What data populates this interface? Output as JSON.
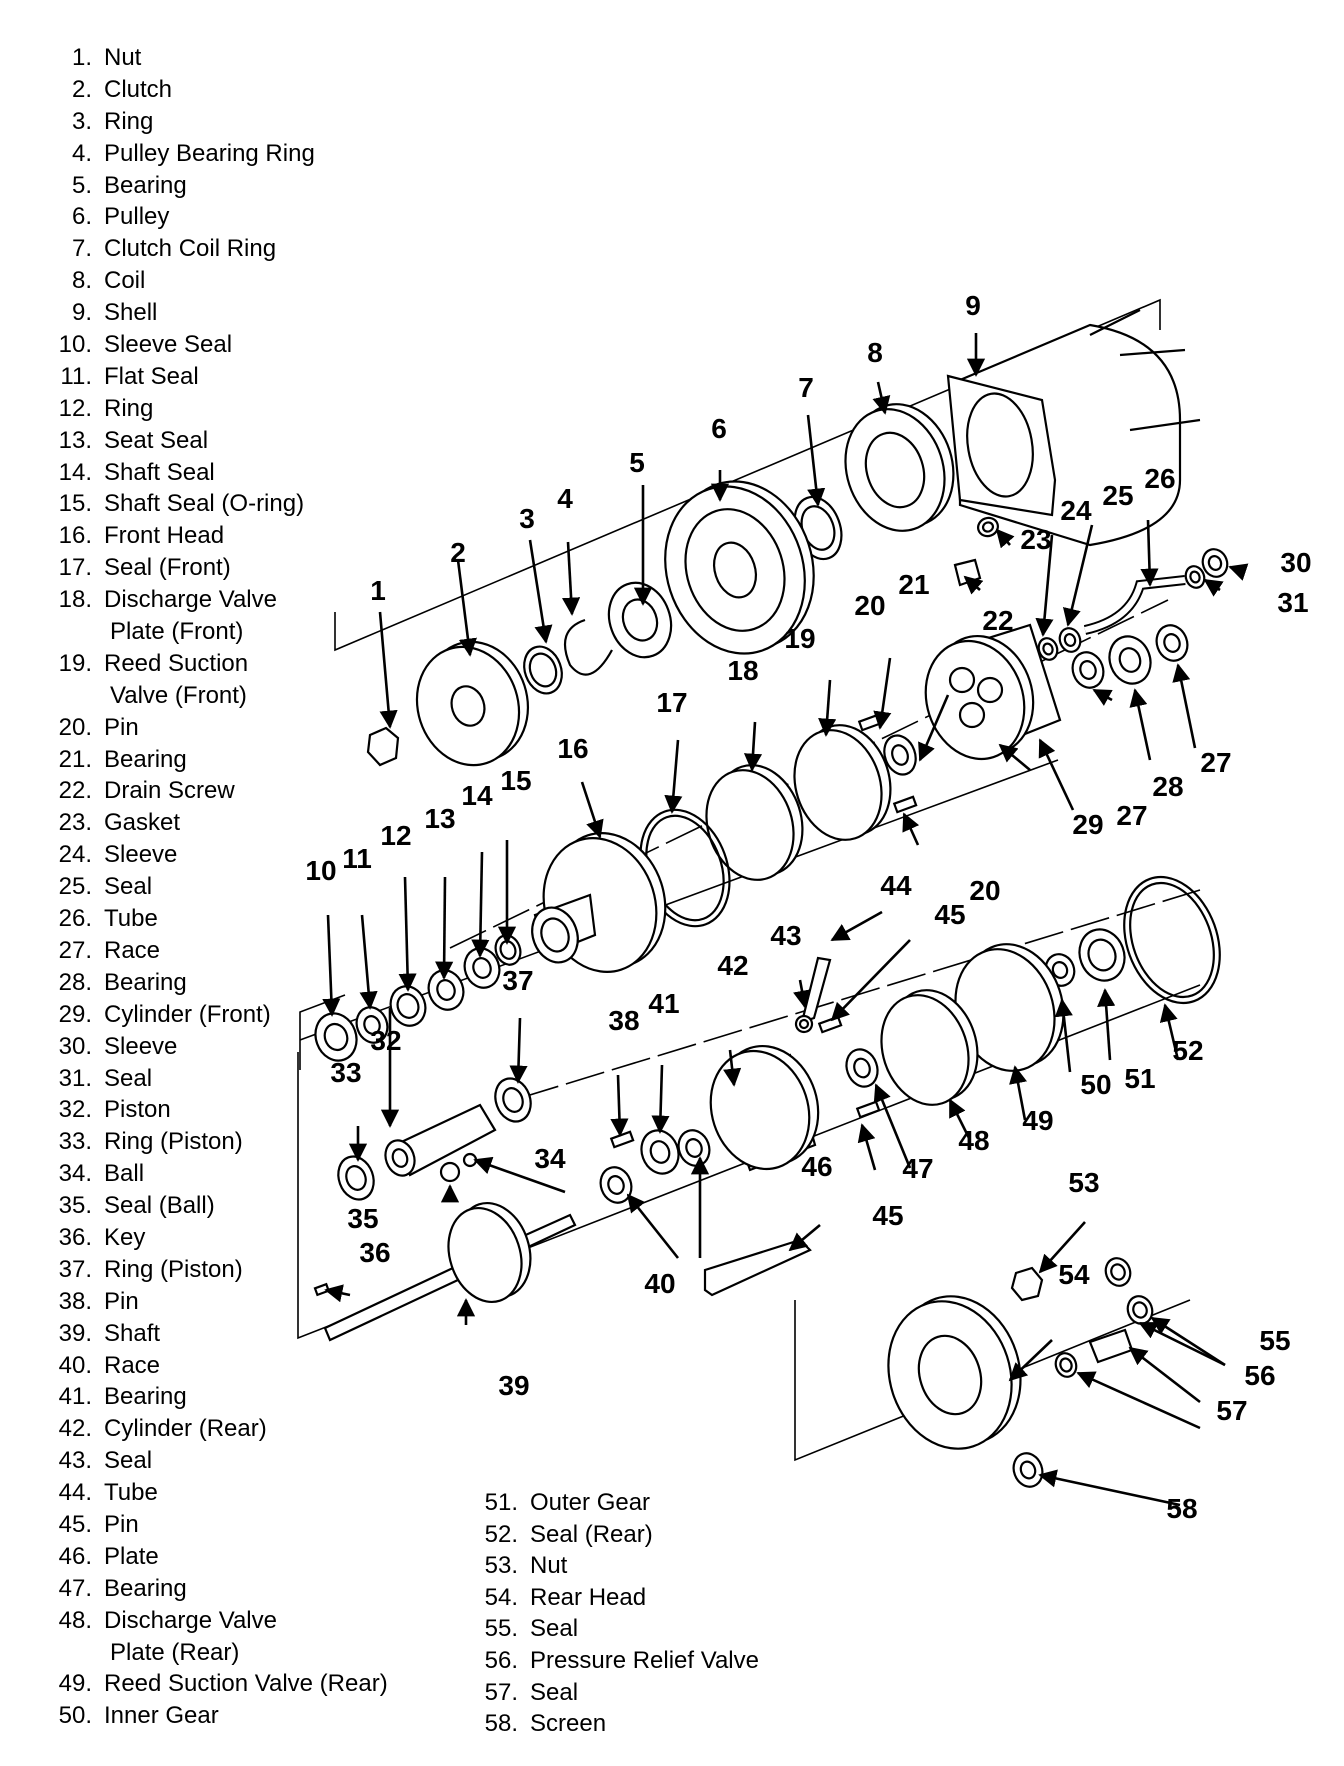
{
  "legend": [
    {
      "num": "1.",
      "desc": "Nut"
    },
    {
      "num": "2.",
      "desc": "Clutch"
    },
    {
      "num": "3.",
      "desc": "Ring"
    },
    {
      "num": "4.",
      "desc": "Pulley Bearing Ring"
    },
    {
      "num": "5.",
      "desc": "Bearing"
    },
    {
      "num": "6.",
      "desc": "Pulley"
    },
    {
      "num": "7.",
      "desc": "Clutch Coil Ring"
    },
    {
      "num": "8.",
      "desc": "Coil"
    },
    {
      "num": "9.",
      "desc": "Shell"
    },
    {
      "num": "10.",
      "desc": "Sleeve Seal"
    },
    {
      "num": "11.",
      "desc": "Flat Seal"
    },
    {
      "num": "12.",
      "desc": "Ring"
    },
    {
      "num": "13.",
      "desc": "Seat Seal"
    },
    {
      "num": "14.",
      "desc": "Shaft Seal"
    },
    {
      "num": "15.",
      "desc": "Shaft Seal (O-ring)"
    },
    {
      "num": "16.",
      "desc": "Front Head"
    },
    {
      "num": "17.",
      "desc": "Seal (Front)"
    },
    {
      "num": "18.",
      "desc": "Discharge Valve",
      "cont": "Plate (Front)"
    },
    {
      "num": "19.",
      "desc": "Reed Suction",
      "cont": "Valve (Front)"
    },
    {
      "num": "20.",
      "desc": "Pin"
    },
    {
      "num": "21.",
      "desc": "Bearing"
    },
    {
      "num": "22.",
      "desc": "Drain Screw"
    },
    {
      "num": "23.",
      "desc": "Gasket"
    },
    {
      "num": "24.",
      "desc": "Sleeve"
    },
    {
      "num": "25.",
      "desc": "Seal"
    },
    {
      "num": "26.",
      "desc": "Tube"
    },
    {
      "num": "27.",
      "desc": "Race"
    },
    {
      "num": "28.",
      "desc": "Bearing"
    },
    {
      "num": "29.",
      "desc": "Cylinder (Front)"
    },
    {
      "num": "30.",
      "desc": "Sleeve"
    },
    {
      "num": "31.",
      "desc": "Seal"
    },
    {
      "num": "32.",
      "desc": "Piston"
    },
    {
      "num": "33.",
      "desc": "Ring (Piston)"
    },
    {
      "num": "34.",
      "desc": "Ball"
    },
    {
      "num": "35.",
      "desc": "Seal (Ball)"
    },
    {
      "num": "36.",
      "desc": "Key"
    },
    {
      "num": "37.",
      "desc": "Ring (Piston)"
    },
    {
      "num": "38.",
      "desc": "Pin"
    },
    {
      "num": "39.",
      "desc": "Shaft"
    },
    {
      "num": "40.",
      "desc": "Race"
    },
    {
      "num": "41.",
      "desc": "Bearing"
    },
    {
      "num": "42.",
      "desc": "Cylinder (Rear)"
    },
    {
      "num": "43.",
      "desc": "Seal"
    },
    {
      "num": "44.",
      "desc": "Tube"
    },
    {
      "num": "45.",
      "desc": "Pin"
    },
    {
      "num": "46.",
      "desc": "Plate"
    },
    {
      "num": "47.",
      "desc": "Bearing"
    },
    {
      "num": "48.",
      "desc": "Discharge Valve",
      "cont": "Plate (Rear)"
    },
    {
      "num": "49.",
      "desc": "Reed Suction Valve (Rear)"
    },
    {
      "num": "50.",
      "desc": "Inner Gear"
    }
  ],
  "legend_right": [
    {
      "num": "51.",
      "desc": "Outer Gear"
    },
    {
      "num": "52.",
      "desc": "Seal (Rear)"
    },
    {
      "num": "53.",
      "desc": "Nut"
    },
    {
      "num": "54.",
      "desc": "Rear Head"
    },
    {
      "num": "55.",
      "desc": "Seal"
    },
    {
      "num": "56.",
      "desc": "Pressure Relief Valve"
    },
    {
      "num": "57.",
      "desc": "Seal"
    },
    {
      "num": "58.",
      "desc": "Screen"
    }
  ],
  "callouts": [
    "1",
    "2",
    "3",
    "4",
    "5",
    "6",
    "7",
    "8",
    "9",
    "10",
    "11",
    "12",
    "13",
    "14",
    "15",
    "16",
    "17",
    "18",
    "19",
    "20",
    "21",
    "22",
    "23",
    "24",
    "25",
    "26",
    "27",
    "28",
    "29",
    "30",
    "31",
    "32",
    "33",
    "34",
    "35",
    "36",
    "37",
    "38",
    "39",
    "40",
    "41",
    "42",
    "43",
    "44",
    "45",
    "46",
    "47",
    "48",
    "49",
    "50",
    "51",
    "52",
    "53",
    "54",
    "55",
    "56",
    "57",
    "58"
  ]
}
